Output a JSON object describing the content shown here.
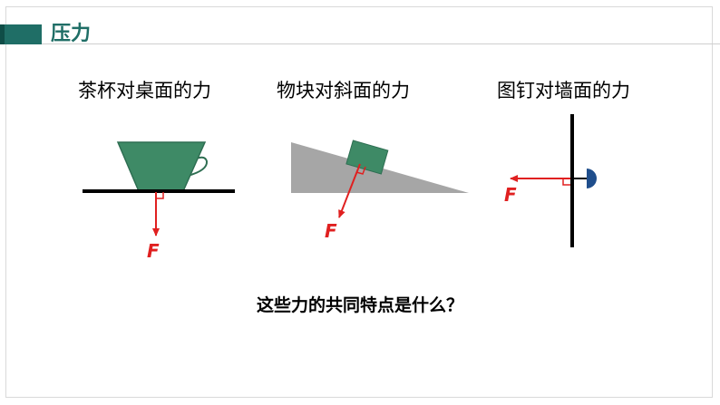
{
  "header": {
    "title": "压力"
  },
  "captions": [
    "茶杯对桌面的力",
    "物块对斜面的力",
    "图钉对墙面的力"
  ],
  "force_symbol": "F",
  "question": "这些力的共同特点是什么？",
  "colors": {
    "accent": "#1f6e66",
    "object": "#3e8a66",
    "force": "#e02020",
    "incline": "#a6a6a6",
    "pin_head": "#1f4e8c"
  }
}
